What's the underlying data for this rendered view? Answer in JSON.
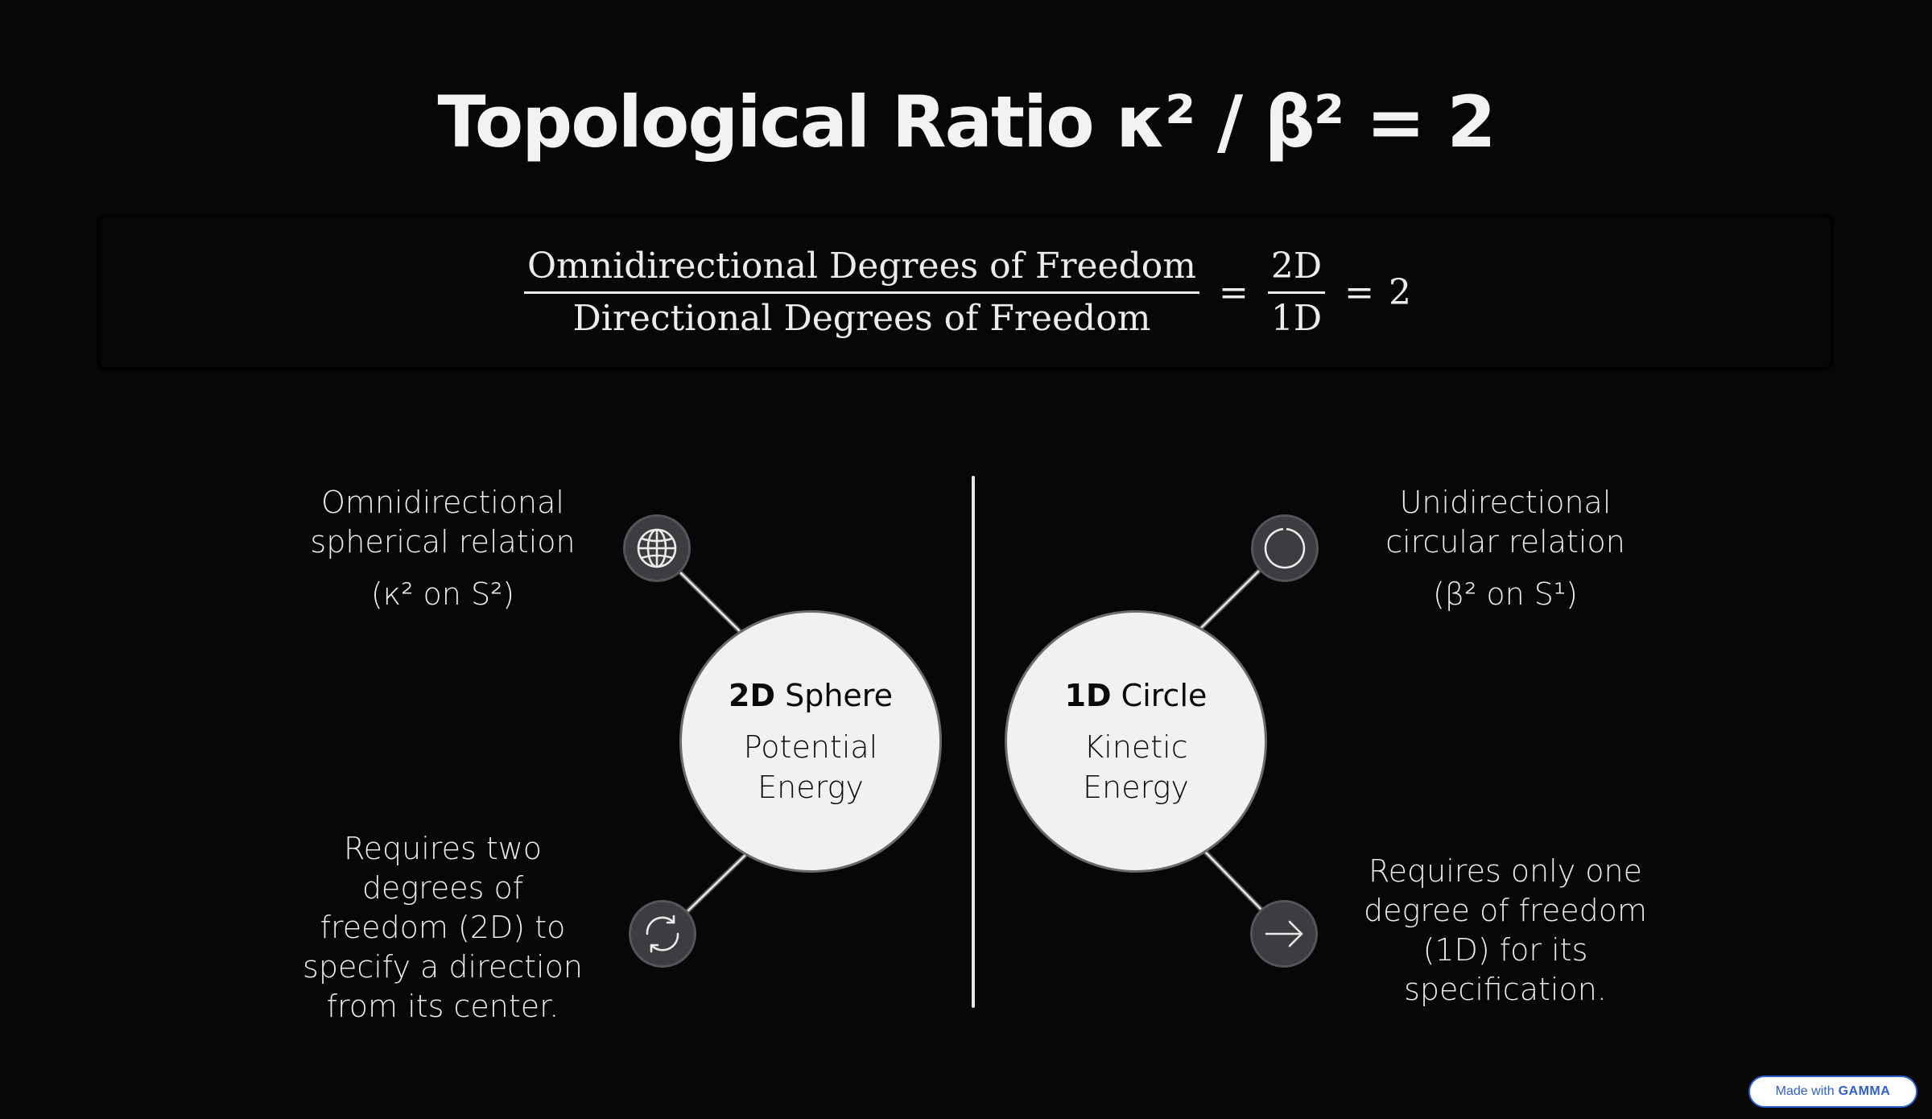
{
  "title": "Topological Ratio κ² / β² = 2",
  "formula": {
    "numerator": "Omnidirectional Degrees of Freedom",
    "denominator": "Directional Degrees of Freedom",
    "equals_1": "=",
    "ratio_numerator": "2D",
    "ratio_denominator": "1D",
    "equals_2": "=",
    "result": "2"
  },
  "left": {
    "circle": {
      "headline_bold": "2D",
      "headline_rest": " Sphere",
      "line1": "Potential",
      "line2": "Energy"
    },
    "top_icon": "globe-icon",
    "top_text": {
      "line1": "Omnidirectional",
      "line2": "spherical relation",
      "formula": "(κ² on S²)"
    },
    "bottom_icon": "refresh-icon",
    "bottom_text": {
      "line1": "Requires two",
      "line2": "degrees of",
      "line3": "freedom (2D) to",
      "line4": "specify a direction",
      "line5": "from its center."
    }
  },
  "right": {
    "circle": {
      "headline_bold": "1D",
      "headline_rest": " Circle",
      "line1": "Kinetic",
      "line2": "Energy"
    },
    "top_icon": "circle-icon",
    "top_text": {
      "line1": "Unidirectional",
      "line2": "circular relation",
      "formula": "(β² on S¹)"
    },
    "bottom_icon": "arrow-right-icon",
    "bottom_text": {
      "line1": "Requires only one",
      "line2": "degree of freedom",
      "line3": "(1D) for its",
      "line4": "specification."
    }
  },
  "badge": {
    "prefix": "Made with",
    "brand": "GAMMA"
  },
  "colors": {
    "background": "#070707",
    "text": "#f1f0ef",
    "circle_fill": "#f1f1f1",
    "icon_fill": "#3d3c41",
    "badge_accent": "#2f5fd4"
  }
}
